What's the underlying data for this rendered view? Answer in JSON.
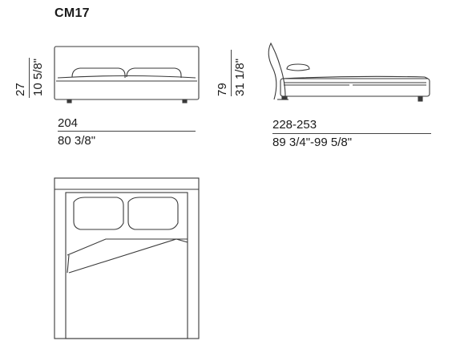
{
  "model": "CM17",
  "front_view": {
    "height_cm": "27",
    "height_in": "10 5/8\"",
    "width_cm": "204",
    "width_in": "80 3/8\""
  },
  "side_view": {
    "height_cm": "79",
    "height_in": "31 1/8\"",
    "length_cm": "228-253",
    "length_in": "89 3/4\"-99 5/8\""
  },
  "colors": {
    "line": "#3a3a3a",
    "text": "#1a1a1a",
    "background": "#ffffff"
  }
}
